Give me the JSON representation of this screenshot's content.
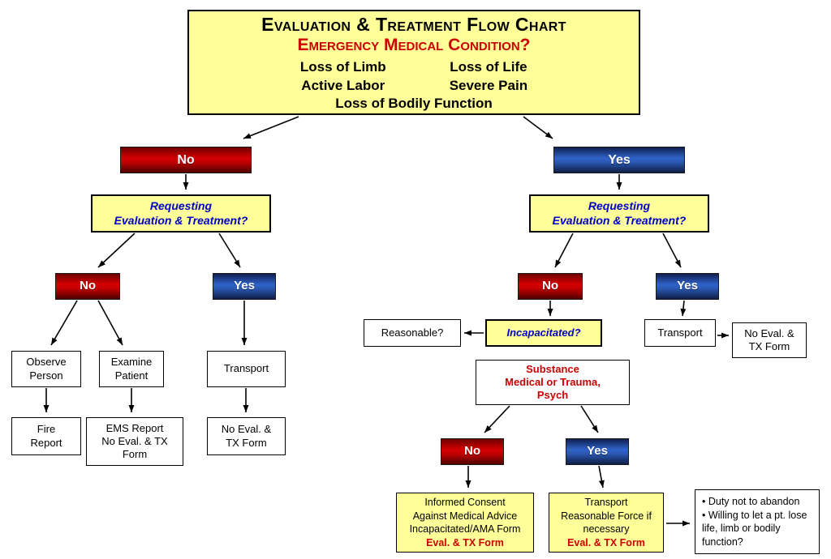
{
  "title_box": {
    "title": "Evaluation & Treatment Flow Chart",
    "subtitle": "Emergency Medical Condition?",
    "col1": [
      "Loss of Limb",
      "Active Labor"
    ],
    "col2": [
      "Loss of Life",
      "Severe Pain"
    ],
    "bottom": "Loss of Bodily Function"
  },
  "decisions": {
    "no_main": "No",
    "yes_main": "Yes",
    "no_left": "No",
    "yes_left": "Yes",
    "no_right": "No",
    "yes_right": "Yes",
    "no_substance": "No",
    "yes_substance": "Yes"
  },
  "questions": {
    "requesting_left": "Requesting\nEvaluation & Treatment?",
    "requesting_right": "Requesting\nEvaluation & Treatment?",
    "incapacitated": "Incapacitated?"
  },
  "outcomes": {
    "observe": "Observe\nPerson",
    "examine": "Examine\nPatient",
    "fire_report": "Fire\nReport",
    "ems_report": "EMS Report\nNo Eval. & TX\nForm",
    "transport_left": "Transport",
    "no_eval_left": "No Eval. &\nTX Form",
    "reasonable": "Reasonable?",
    "transport_right": "Transport",
    "no_eval_right": "No Eval. &\nTX Form",
    "substance": "Substance\nMedical or Trauma,\nPsych",
    "informed_consent_lines": "Informed Consent\nAgainst Medical Advice\nIncapacitated/AMA Form",
    "informed_consent_form": "Eval. & TX Form",
    "transport_force_lines": "Transport\nReasonable Force if\nnecessary",
    "transport_force_form": "Eval. & TX Form",
    "duty_notes": "•  Duty not to abandon\n•  Willing to let a pt. lose life, limb or bodily function?"
  },
  "colors": {
    "yellow_fill": "#FFFF99",
    "red_accent": "#CC0000",
    "blue_accent": "#0000CC",
    "red_box": "#D40000",
    "blue_box": "#2F62C8",
    "text": "#000000",
    "white_fill": "#FFFFFF"
  }
}
